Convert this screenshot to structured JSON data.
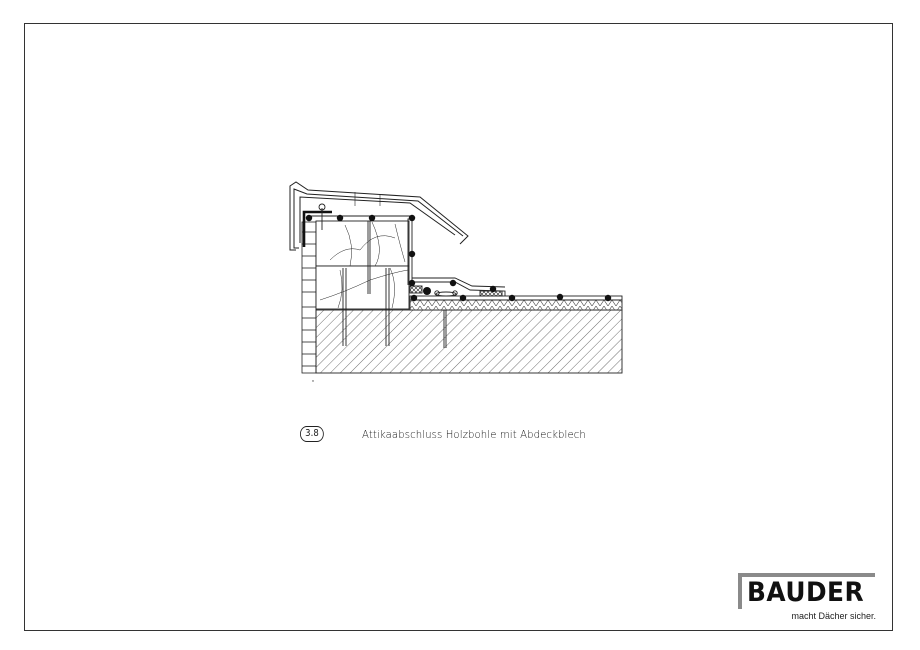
{
  "drawing": {
    "detail_number": "3.8",
    "title": "Attikaabschluss Holzbohle mit Abdeckblech",
    "components": [
      "abdeckblech-metal-coping",
      "holzbohle-timber-plank-upper",
      "holzbohle-timber-plank-lower",
      "brick-facade-wall",
      "concrete-slab-hatched",
      "roof-membrane-layers",
      "insulation-layer",
      "mechanical-fasteners",
      "sealing-beads"
    ]
  },
  "logo": {
    "brand": "BAUDER",
    "tagline": "macht Dächer sicher."
  },
  "colors": {
    "line": "#1a1a1a",
    "frame": "#333333",
    "logo_bar": "#8a8a8a",
    "background": "#ffffff"
  }
}
